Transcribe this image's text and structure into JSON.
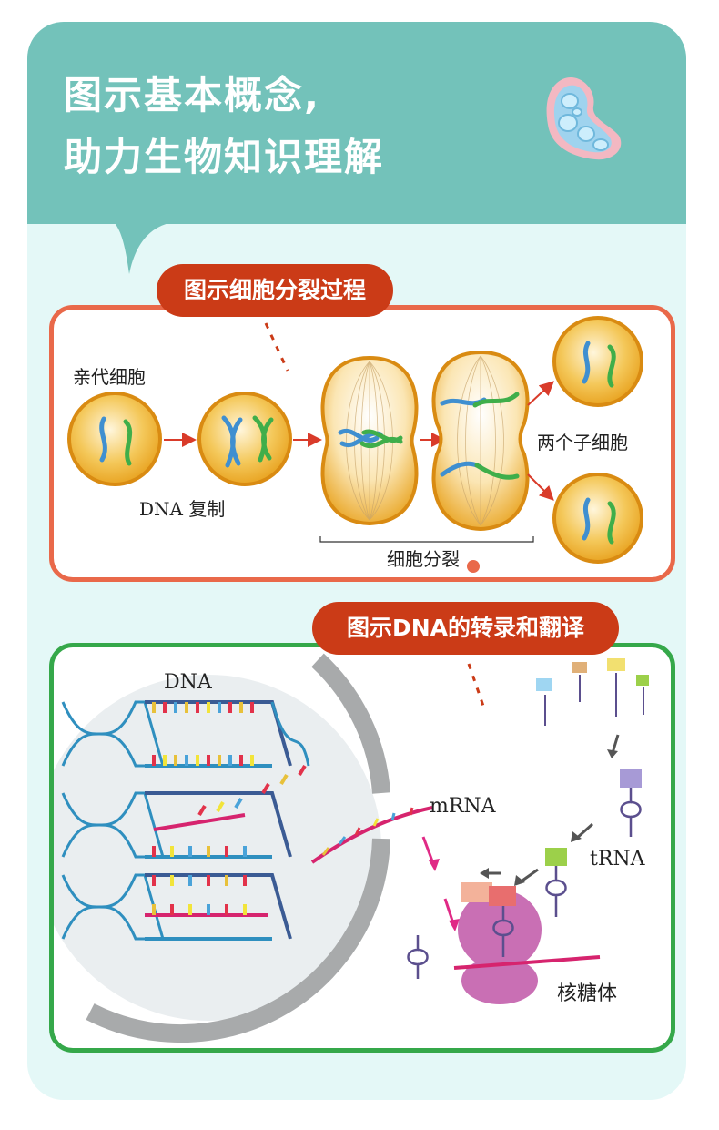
{
  "header": {
    "title_line1": "图示基本概念,",
    "title_line2": "助力生物知识理解"
  },
  "section1": {
    "badge": "图示细胞分裂过程",
    "labels": {
      "parent_cell": "亲代细胞",
      "dna_replication": "DNA 复制",
      "cell_division": "细胞分裂",
      "daughter_cells": "两个子细胞"
    },
    "colors": {
      "frame": "#e9694a",
      "cell_fill": "#f0b93a",
      "cell_edge": "#d98b12",
      "arrow": "#d93b2a"
    }
  },
  "section2": {
    "badge": "图示DNA的转录和翻译",
    "labels": {
      "dna": "DNA",
      "mrna": "mRNA",
      "trna": "tRNA",
      "ribosome": "核糖体"
    },
    "colors": {
      "frame": "#35a84a",
      "nucleus": "#eaeef0",
      "envelope": "#a8aaab",
      "ribosome": "#c96fb4",
      "strand": "#d6246e",
      "trna": "#5b4f8e"
    }
  }
}
